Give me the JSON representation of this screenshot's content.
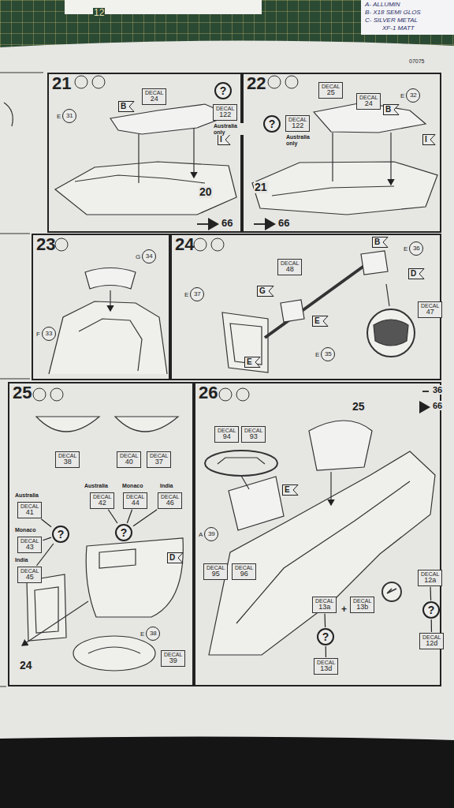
{
  "diagram": {
    "nodes": [
      {
        "text": [
          "21"
        ]
      },
      {
        "text": [
          "DECAL",
          "24"
        ],
        "in": 0
      },
      {
        "text": [
          "?"
        ],
        "in": 0
      },
      {
        "text": [
          "DECAL",
          "122"
        ],
        "in": 0
      },
      {
        "text": [
          "E",
          "31"
        ],
        "in": 0
      },
      {
        "text": [
          "B"
        ],
        "in": 0
      },
      {
        "text": [
          "I"
        ],
        "in": 0
      },
      {
        "text": [
          "22"
        ]
      },
      {
        "text": [
          "DECAL",
          "25"
        ],
        "in": 7
      },
      {
        "text": [
          "DECAL",
          "24"
        ],
        "in": 7
      },
      {
        "text": [
          "?"
        ],
        "in": 7
      },
      {
        "text": [
          "DECAL",
          "122"
        ],
        "in": 7
      },
      {
        "text": [
          "B"
        ],
        "in": 7
      },
      {
        "text": [
          "E",
          "32"
        ],
        "in": 7
      },
      {
        "text": [
          "I"
        ],
        "in": 7
      },
      {
        "text": [
          "23"
        ]
      },
      {
        "text": [
          "G",
          "34"
        ],
        "in": 15
      },
      {
        "text": [
          "F",
          "33"
        ],
        "in": 15
      },
      {
        "text": [
          "24"
        ]
      },
      {
        "text": [
          "DECAL",
          "48"
        ],
        "in": 18
      },
      {
        "text": [
          "B"
        ],
        "in": 18
      },
      {
        "text": [
          "E",
          "36"
        ],
        "in": 18
      },
      {
        "text": [
          "D"
        ],
        "in": 18
      },
      {
        "text": [
          "DECAL",
          "47"
        ],
        "in": 18
      },
      {
        "text": [
          "G"
        ],
        "in": 18
      },
      {
        "text": [
          "E",
          "37"
        ],
        "in": 18
      },
      {
        "text": [
          "E"
        ],
        "in": 18
      },
      {
        "text": [
          "E",
          "35"
        ],
        "in": 18
      },
      {
        "text": [
          "E"
        ],
        "in": 18
      },
      {
        "text": [
          "25"
        ]
      },
      {
        "text": [
          "DECAL",
          "38"
        ],
        "in": 29
      },
      {
        "text": [
          "DECAL",
          "40"
        ],
        "in": 29
      },
      {
        "text": [
          "DECAL",
          "37"
        ],
        "in": 29
      },
      {
        "text": [
          "DECAL",
          "41"
        ],
        "in": 29
      },
      {
        "text": [
          "DECAL",
          "43"
        ],
        "in": 29
      },
      {
        "text": [
          "DECAL",
          "45"
        ],
        "in": 29
      },
      {
        "text": [
          "?"
        ],
        "in": 29
      },
      {
        "text": [
          "DECAL",
          "42"
        ],
        "in": 29
      },
      {
        "text": [
          "DECAL",
          "44"
        ],
        "in": 29
      },
      {
        "text": [
          "DECAL",
          "46"
        ],
        "in": 29
      },
      {
        "text": [
          "?"
        ],
        "in": 29
      },
      {
        "text": [
          "D"
        ],
        "in": 29
      },
      {
        "text": [
          "E",
          "38"
        ],
        "in": 29
      },
      {
        "text": [
          "DECAL",
          "39"
        ],
        "in": 29
      },
      {
        "text": [
          "26"
        ]
      },
      {
        "text": [
          "DECAL",
          "94"
        ],
        "in": 44
      },
      {
        "text": [
          "DECAL",
          "93"
        ],
        "in": 44
      },
      {
        "text": [
          "E"
        ],
        "in": 44
      },
      {
        "text": [
          "A",
          "39"
        ],
        "in": 44
      },
      {
        "text": [
          "DECAL",
          "95"
        ],
        "in": 44
      },
      {
        "text": [
          "DECAL",
          "96"
        ],
        "in": 44
      },
      {
        "text": [
          "DECAL",
          "13a"
        ],
        "in": 44
      },
      {
        "text": [
          "DECAL",
          "13b"
        ],
        "in": 44
      },
      {
        "text": [
          "?"
        ],
        "in": 44
      },
      {
        "text": [
          "DECAL",
          "13d"
        ],
        "in": 44
      },
      {
        "text": [
          "DECAL",
          "12a"
        ],
        "in": 44
      },
      {
        "text": [
          "?"
        ],
        "in": 44
      },
      {
        "text": [
          "DECAL",
          "12d"
        ],
        "in": 44
      }
    ],
    "edges": [
      {
        "from": 36,
        "to": 33,
        "arrow": "none"
      },
      {
        "from": 36,
        "to": 34,
        "arrow": "none"
      },
      {
        "from": 36,
        "to": 35,
        "arrow": "none"
      },
      {
        "from": 40,
        "to": 37,
        "arrow": "none"
      },
      {
        "from": 40,
        "to": 38,
        "arrow": "none"
      },
      {
        "from": 40,
        "to": 39,
        "arrow": "none"
      },
      {
        "from": 53,
        "to": 51,
        "arrow": "none"
      },
      {
        "from": 53,
        "to": 54,
        "arrow": "none"
      },
      {
        "from": 56,
        "to": 55,
        "arrow": "none"
      },
      {
        "from": 56,
        "to": 57,
        "arrow": "none"
      }
    ],
    "labels": [
      "07075",
      "12",
      "A- ALLUMIN",
      "B- X18 SEMI GLOS",
      "C- SILVER METAL",
      "XF-1 MATT",
      "Australia only",
      "20",
      "66",
      "Australia only",
      "21",
      "66",
      "Australia",
      "Monaco",
      "India",
      "Australia",
      "Monaco",
      "India",
      "24",
      "25",
      "36",
      "66",
      "+"
    ]
  }
}
